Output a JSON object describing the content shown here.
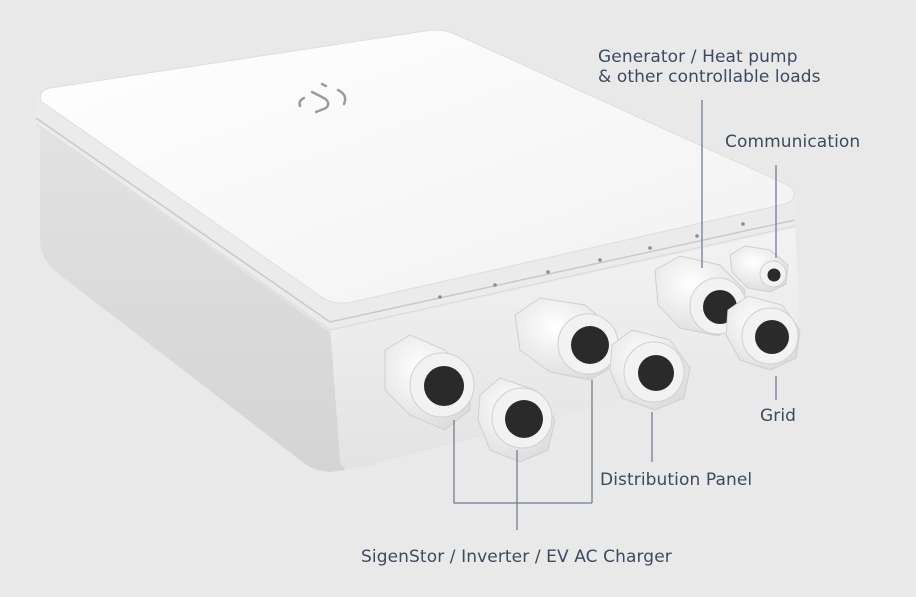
{
  "labels": {
    "generator_line1": "Generator / Heat pump",
    "generator_line2": "& other controllable loads",
    "communication": "Communication",
    "grid": "Grid",
    "distribution_panel": "Distribution Panel",
    "sigenstor": "SigenStor / Inverter / EV AC Charger"
  },
  "colors": {
    "background": "#e9e9ea",
    "label_text": "#3b4b5f",
    "leader_line": "#6f7f92",
    "enclosure": "#f4f4f4"
  }
}
